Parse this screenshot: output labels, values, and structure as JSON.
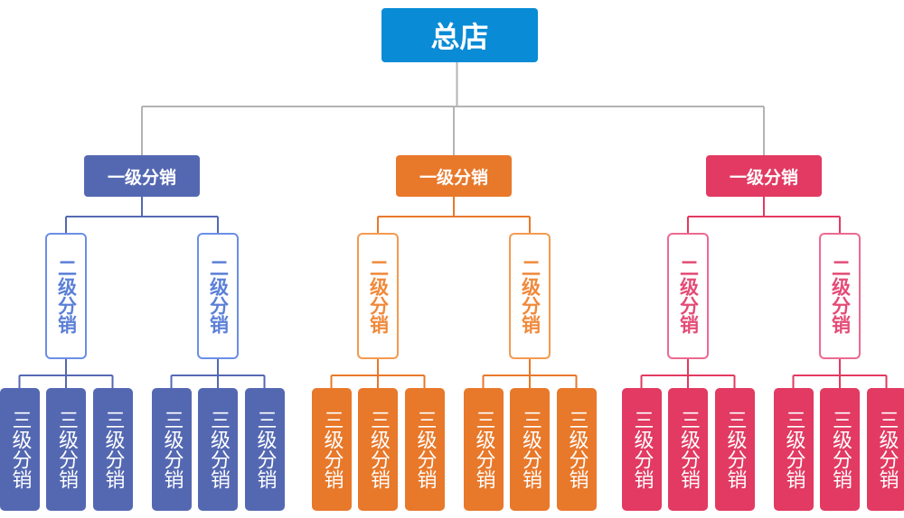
{
  "colors": {
    "root": "#0a8bd6",
    "root_line": "#b3b3b3",
    "branches": [
      "#5468b2",
      "#e8782a",
      "#e23a62"
    ],
    "l2_text": [
      "#5b7fd8",
      "#f0893a",
      "#e44b76"
    ],
    "l2_border": [
      "#6b8ee6",
      "#f39a50",
      "#ec6a92"
    ]
  },
  "diagram": {
    "root": {
      "label": "总店"
    },
    "branches": [
      {
        "label": "一级分销",
        "children": [
          {
            "label": "二级分销",
            "children": [
              {
                "label": "三级分销"
              },
              {
                "label": "三级分销"
              },
              {
                "label": "三级分销"
              }
            ]
          },
          {
            "label": "二级分销",
            "children": [
              {
                "label": "三级分销"
              },
              {
                "label": "三级分销"
              },
              {
                "label": "三级分销"
              }
            ]
          }
        ]
      },
      {
        "label": "一级分销",
        "children": [
          {
            "label": "二级分销",
            "children": [
              {
                "label": "三级分销"
              },
              {
                "label": "三级分销"
              },
              {
                "label": "三级分销"
              }
            ]
          },
          {
            "label": "二级分销",
            "children": [
              {
                "label": "三级分销"
              },
              {
                "label": "三级分销"
              },
              {
                "label": "三级分销"
              }
            ]
          }
        ]
      },
      {
        "label": "一级分销",
        "children": [
          {
            "label": "二级分销",
            "children": [
              {
                "label": "三级分销"
              },
              {
                "label": "三级分销"
              },
              {
                "label": "三级分销"
              }
            ]
          },
          {
            "label": "二级分销",
            "children": [
              {
                "label": "三级分销"
              },
              {
                "label": "三级分销"
              },
              {
                "label": "三级分销"
              }
            ]
          }
        ]
      }
    ]
  }
}
